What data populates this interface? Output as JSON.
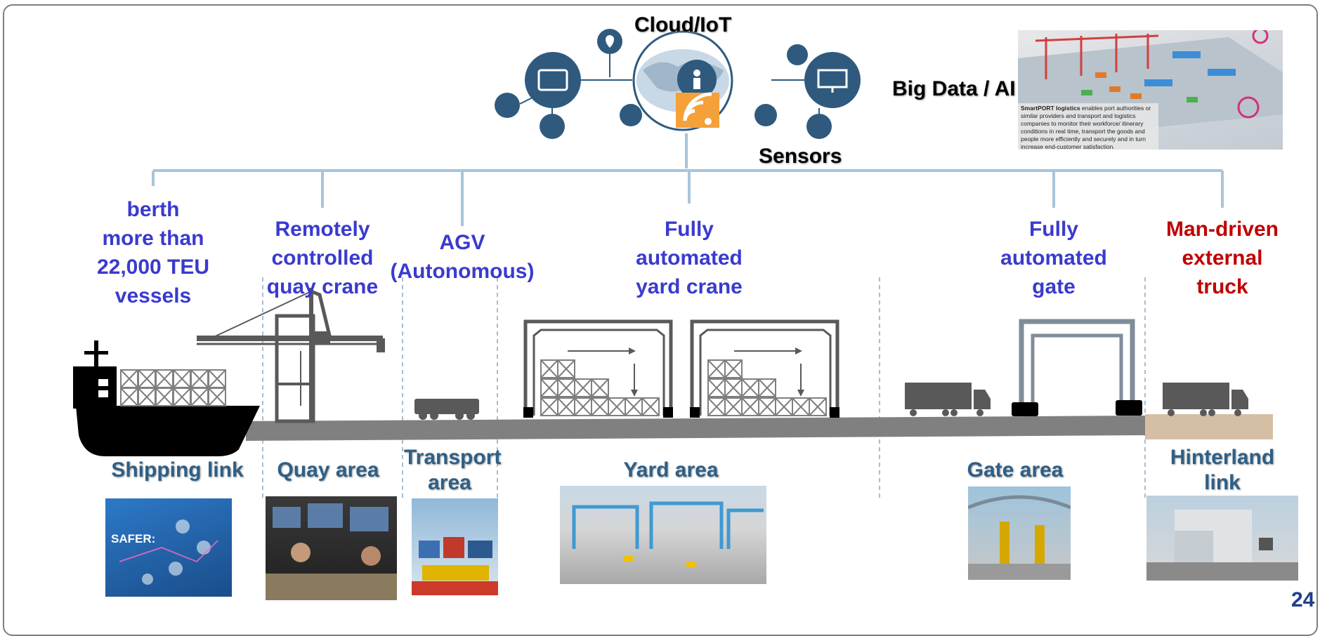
{
  "top": {
    "cloud_label": "Cloud/IoT",
    "bigdata_label": "Big Data / AI",
    "sensors_label": "Sensors"
  },
  "infographic": {
    "text_bold": "SmartPORT logistics",
    "text_rest": " enables port authorities or similar providers and transport and logistics companies to monitor their workforce/ itinerary conditions in real time, transport the goods and people more efficiently and securely and in turn increase end-customer satisfaction."
  },
  "components": [
    {
      "lines": [
        "berth",
        "more than",
        "22,000 TEU",
        "vessels"
      ],
      "color": "#3a3acf"
    },
    {
      "lines": [
        "Remotely",
        "controlled",
        "quay crane"
      ],
      "color": "#3a3acf"
    },
    {
      "lines": [
        "AGV",
        "(Autonomous)"
      ],
      "color": "#3a3acf"
    },
    {
      "lines": [
        "Fully",
        "automated",
        "yard crane"
      ],
      "color": "#3a3acf"
    },
    {
      "lines": [
        "Fully",
        "automated",
        "gate"
      ],
      "color": "#3a3acf"
    },
    {
      "lines": [
        "Man-driven",
        "external",
        "truck"
      ],
      "color": "#c00000"
    }
  ],
  "areas": {
    "shipping": "Shipping link",
    "quay": "Quay area",
    "transport_1": "Transport",
    "transport_2": "area",
    "yard": "Yard area",
    "gate": "Gate area",
    "hinterland_1": "Hinterland",
    "hinterland_2": "link"
  },
  "poster": {
    "title": "SAFER:"
  },
  "slide_number": "24",
  "colors": {
    "label_blue": "#3a3acf",
    "label_red": "#c00000",
    "area_text": "#2e5f86",
    "tree_line": "#a9c4d9",
    "icon_blue": "#2f5a7e",
    "sensor_orange": "#f4a13a",
    "ground": "#808080",
    "hinterland_ground": "#d5bfa4",
    "structure": "#595959"
  }
}
